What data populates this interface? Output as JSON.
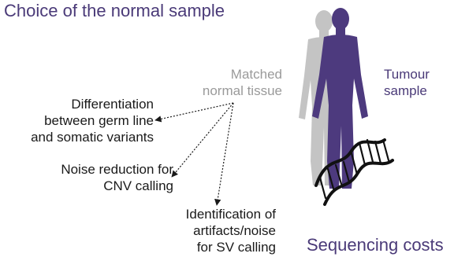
{
  "title": "Choice of the normal sample",
  "matched_tissue": [
    "Matched",
    "normal tissue"
  ],
  "tumour_sample": [
    "Tumour",
    "sample"
  ],
  "benefits": [
    [
      "Differentiation",
      "between germ line",
      "and somatic variants"
    ],
    [
      "Noise reduction for",
      "CNV calling"
    ],
    [
      "Identification of",
      "artifacts/noise",
      "for SV calling"
    ]
  ],
  "costs_label": "Sequencing costs",
  "colors": {
    "accent": "#4a3a78",
    "matched_figure": "#c4c4c4",
    "tumour_figure": "#4d3a7e",
    "muted_text": "#9a9a9a"
  }
}
